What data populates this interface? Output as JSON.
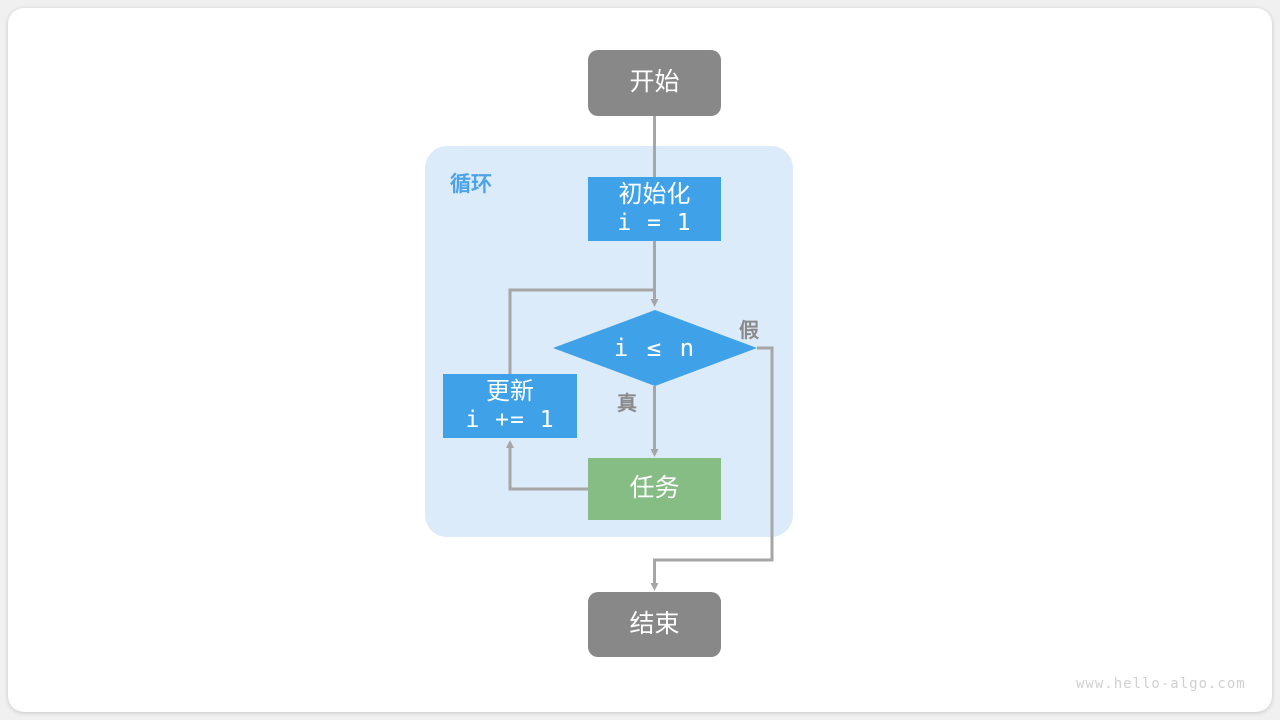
{
  "page": {
    "background": "#f0f0f0",
    "card_background": "#ffffff",
    "watermark": "www.hello-algo.com"
  },
  "colors": {
    "terminal": "#888888",
    "process_blue": "#3FA2E8",
    "process_green": "#86BD85",
    "loop_container": "#DCEBF9",
    "loop_label": "#4DA3E8",
    "connector": "#A6A6A6",
    "branch_label": "#8A8A8A"
  },
  "flowchart": {
    "type": "flowchart",
    "title": "",
    "loop_container_label": "循环",
    "nodes": {
      "start": {
        "label": "开始",
        "shape": "terminal"
      },
      "init": {
        "label": "初始化",
        "code": "i = 1",
        "shape": "process"
      },
      "condition": {
        "label": "i ≤ n",
        "shape": "decision"
      },
      "update": {
        "label": "更新",
        "code": "i += 1",
        "shape": "process"
      },
      "task": {
        "label": "任务",
        "shape": "process"
      },
      "end": {
        "label": "结束",
        "shape": "terminal"
      }
    },
    "branch_labels": {
      "true": "真",
      "false": "假"
    }
  }
}
